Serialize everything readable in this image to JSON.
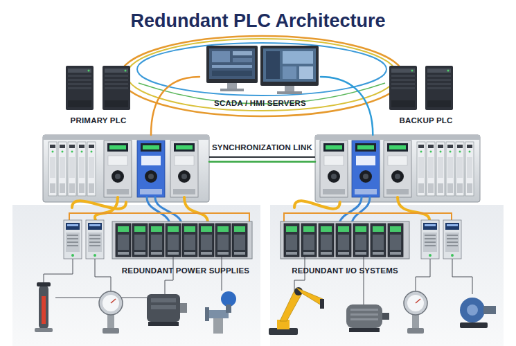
{
  "diagram": {
    "title": "Redundant PLC Architecture",
    "nodes": [
      {
        "text": [
          "SCADA / HMI SERVERS"
        ]
      },
      {
        "text": [
          "PRIMARY PLC"
        ]
      },
      {
        "text": [
          "BACKUP PLC"
        ]
      },
      {
        "text": [
          "REDUNDANT POWER SUPPLIES"
        ]
      },
      {
        "text": [
          "REDUNDANT I/O SYSTEMS"
        ]
      }
    ],
    "edges": [
      {
        "from": 0,
        "to": 1,
        "arrow": "none"
      },
      {
        "from": 0,
        "to": 2,
        "arrow": "none"
      },
      {
        "from": 1,
        "to": 2,
        "label": "SYNCHRONIZATION LINK",
        "arrow": "none"
      },
      {
        "from": 1,
        "to": 3,
        "arrow": "none"
      },
      {
        "from": 2,
        "to": 4,
        "arrow": "none"
      }
    ]
  }
}
